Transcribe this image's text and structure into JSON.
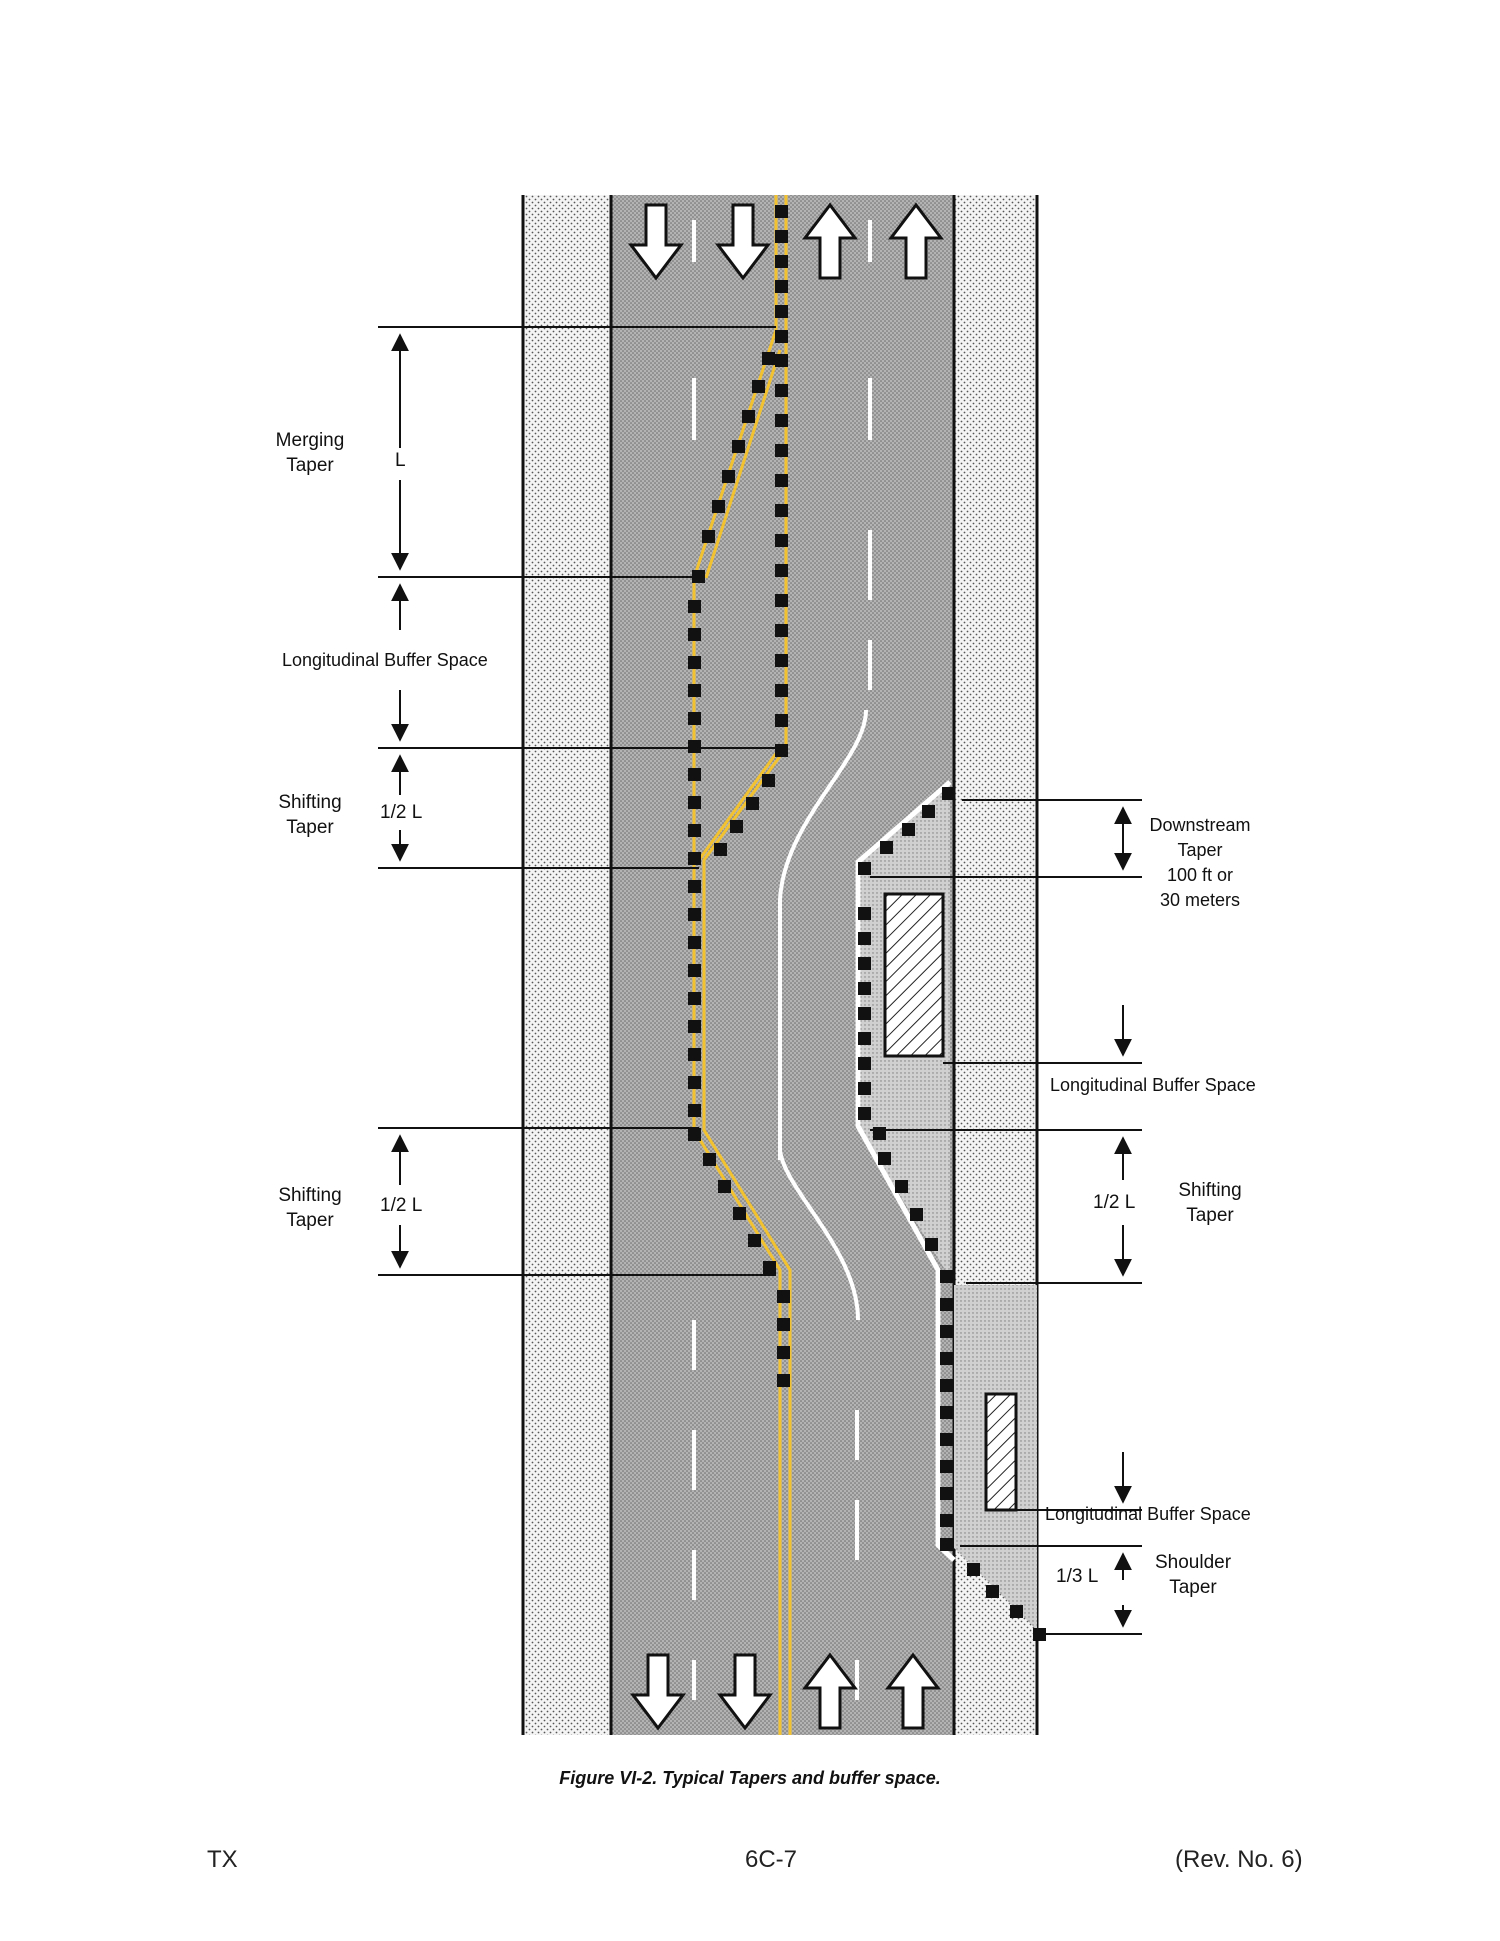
{
  "labels": {
    "merging_taper": [
      "Merging",
      "Taper"
    ],
    "merging_length": "L",
    "long_buffer_1": "Longitudinal Buffer Space",
    "shifting_taper_1": [
      "Shifting",
      "Taper"
    ],
    "shifting_length_1": "1/2 L",
    "shifting_taper_2": [
      "Shifting",
      "Taper"
    ],
    "shifting_length_2": "1/2 L",
    "downstream_taper": [
      "Downstream",
      "Taper",
      "100 ft or",
      "30 meters"
    ],
    "long_buffer_2": "Longitudinal Buffer Space",
    "shifting_taper_3": [
      "Shifting",
      "Taper"
    ],
    "shifting_length_3": "1/2 L",
    "long_buffer_3": "Longitudinal Buffer Space",
    "shoulder_taper": [
      "Shoulder",
      "Taper"
    ],
    "shoulder_length": "1/3 L"
  },
  "caption": "Figure VI-2. Typical Tapers and buffer space.",
  "footer": {
    "left": "TX",
    "center": "6C-7",
    "right": "(Rev. No. 6)"
  },
  "colors": {
    "centerline": "#f2c230",
    "cone": "#111111",
    "road": "#a8a8a8",
    "shoulder": "#e4e4e4"
  }
}
